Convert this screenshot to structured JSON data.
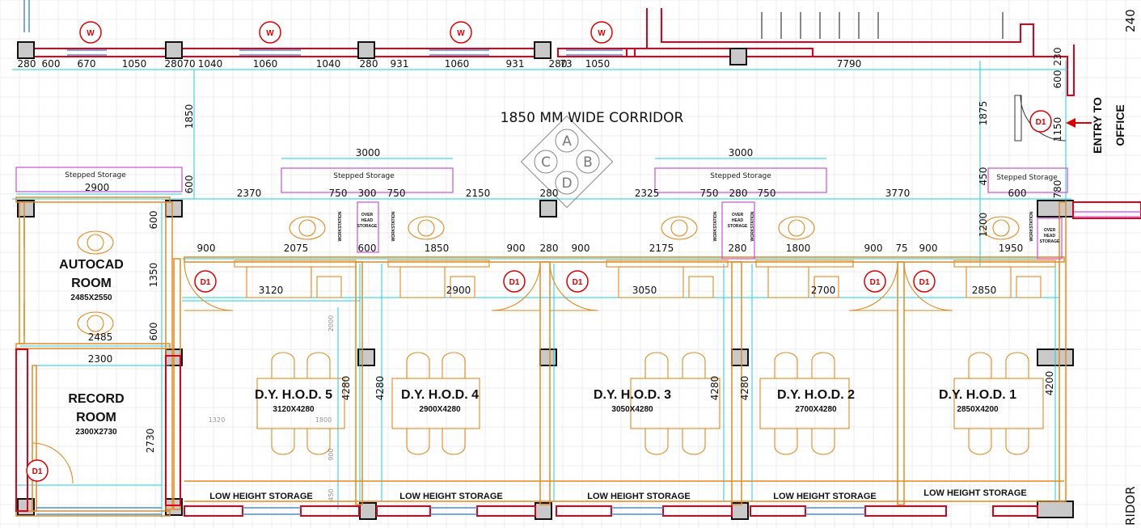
{
  "corridor_label": "1850 MM WIDE CORRIDOR",
  "entry_label": [
    "ENTRY TO",
    "OFFICE"
  ],
  "compass": {
    "a": "A",
    "b": "B",
    "c": "C",
    "d": "D"
  },
  "window_tag": "W",
  "door_tag": "D1",
  "edge_text": {
    "top_right": "240",
    "bottom_right": "RIDOR"
  },
  "top_dims": [
    "280",
    "600",
    "670",
    "1050",
    "280",
    "70",
    "1040",
    "1060",
    "1040",
    "280",
    "931",
    "1060",
    "931",
    "280",
    "73",
    "1050",
    "7790"
  ],
  "right_dims": [
    "230",
    "600",
    "1875",
    "1150",
    "450",
    "780",
    "1200",
    "4200"
  ],
  "left_dims": [
    "1850",
    "600",
    "600",
    "1350",
    "600",
    "2730"
  ],
  "storage_dims": [
    "3000",
    "3000"
  ],
  "row_dims": [
    "2900",
    "2370",
    "750",
    "300",
    "750",
    "2150",
    "280",
    "2325",
    "750",
    "280",
    "750",
    "3770",
    "600"
  ],
  "cabin_dims": [
    "900",
    "2075",
    "600",
    "1850",
    "900",
    "280",
    "900",
    "2175",
    "280",
    "1800",
    "900",
    "75",
    "900",
    "1950"
  ],
  "room_widths": [
    "3120",
    "2900",
    "3050",
    "2700",
    "2850"
  ],
  "cabin_heights": [
    "4280",
    "4280",
    "4280",
    "4280",
    "4200"
  ],
  "small_dims": {
    "autocad_w": "2485",
    "record_w": "2300",
    "faint_1320": "1320",
    "faint_1800": "1800",
    "faint_2000": "2000",
    "faint_900": "900",
    "faint_450": "450"
  },
  "stepped_storage": "Stepped Storage",
  "overhead_storage": [
    "OVER",
    "HEAD",
    "STORAGE"
  ],
  "workstation": "WORKSTATION",
  "low_height_storage": "LOW HEIGHT STORAGE",
  "rooms": [
    {
      "name": [
        "AUTOCAD",
        "ROOM"
      ],
      "size": "2485X2550"
    },
    {
      "name": [
        "RECORD",
        "ROOM"
      ],
      "size": "2300X2730"
    }
  ],
  "cabins": [
    {
      "name": "D.Y. H.O.D. 5",
      "size": "3120X4280"
    },
    {
      "name": "D.Y. H.O.D. 4",
      "size": "2900X4280"
    },
    {
      "name": "D.Y. H.O.D. 3",
      "size": "3050X4280"
    },
    {
      "name": "D.Y. H.O.D. 2",
      "size": "2700X4280"
    },
    {
      "name": "D.Y. H.O.D. 1",
      "size": "2850X4200"
    }
  ],
  "colors": {
    "wall": "#e0001a",
    "furniture": "#e38a1e",
    "dimension": "#18d0dc",
    "storage": "#c74fd6",
    "column_fill": "#c9c9c9",
    "window": "#4a8fd4"
  }
}
